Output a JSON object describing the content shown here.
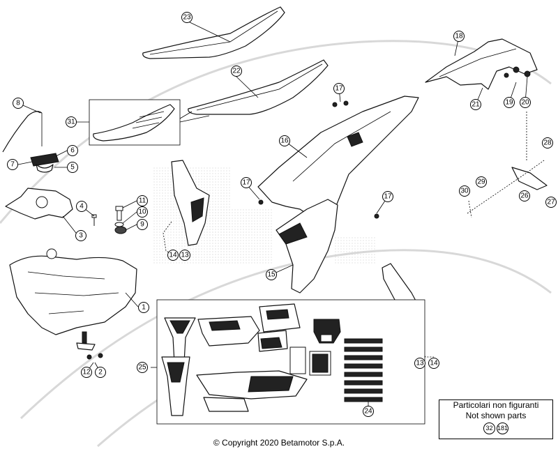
{
  "callouts": [
    {
      "id": "23",
      "label": "23"
    },
    {
      "id": "22",
      "label": "22"
    },
    {
      "id": "31",
      "label": "31"
    },
    {
      "id": "8",
      "label": "8"
    },
    {
      "id": "6",
      "label": "6"
    },
    {
      "id": "7",
      "label": "7"
    },
    {
      "id": "5",
      "label": "5"
    },
    {
      "id": "3",
      "label": "3"
    },
    {
      "id": "4",
      "label": "4"
    },
    {
      "id": "11",
      "label": "11"
    },
    {
      "id": "10",
      "label": "10"
    },
    {
      "id": "9",
      "label": "9"
    },
    {
      "id": "14a",
      "label": "14"
    },
    {
      "id": "13a",
      "label": "13"
    },
    {
      "id": "1",
      "label": "1"
    },
    {
      "id": "12",
      "label": "12"
    },
    {
      "id": "2",
      "label": "2"
    },
    {
      "id": "25",
      "label": "25"
    },
    {
      "id": "24",
      "label": "24"
    },
    {
      "id": "18",
      "label": "18"
    },
    {
      "id": "17a",
      "label": "17"
    },
    {
      "id": "16",
      "label": "16"
    },
    {
      "id": "17b",
      "label": "17"
    },
    {
      "id": "17c",
      "label": "17"
    },
    {
      "id": "15",
      "label": "15"
    },
    {
      "id": "21",
      "label": "21"
    },
    {
      "id": "19",
      "label": "19"
    },
    {
      "id": "20",
      "label": "20"
    },
    {
      "id": "28",
      "label": "28"
    },
    {
      "id": "29",
      "label": "29"
    },
    {
      "id": "30",
      "label": "30"
    },
    {
      "id": "26",
      "label": "26"
    },
    {
      "id": "27",
      "label": "27"
    },
    {
      "id": "13b",
      "label": "13"
    },
    {
      "id": "14b",
      "label": "14"
    }
  ],
  "note": {
    "line1": "Particolari non figuranti",
    "line2": "Not shown parts",
    "numbers": [
      "32",
      "181"
    ]
  },
  "copyright": "© Copyright 2020 Betamotor S.p.A."
}
